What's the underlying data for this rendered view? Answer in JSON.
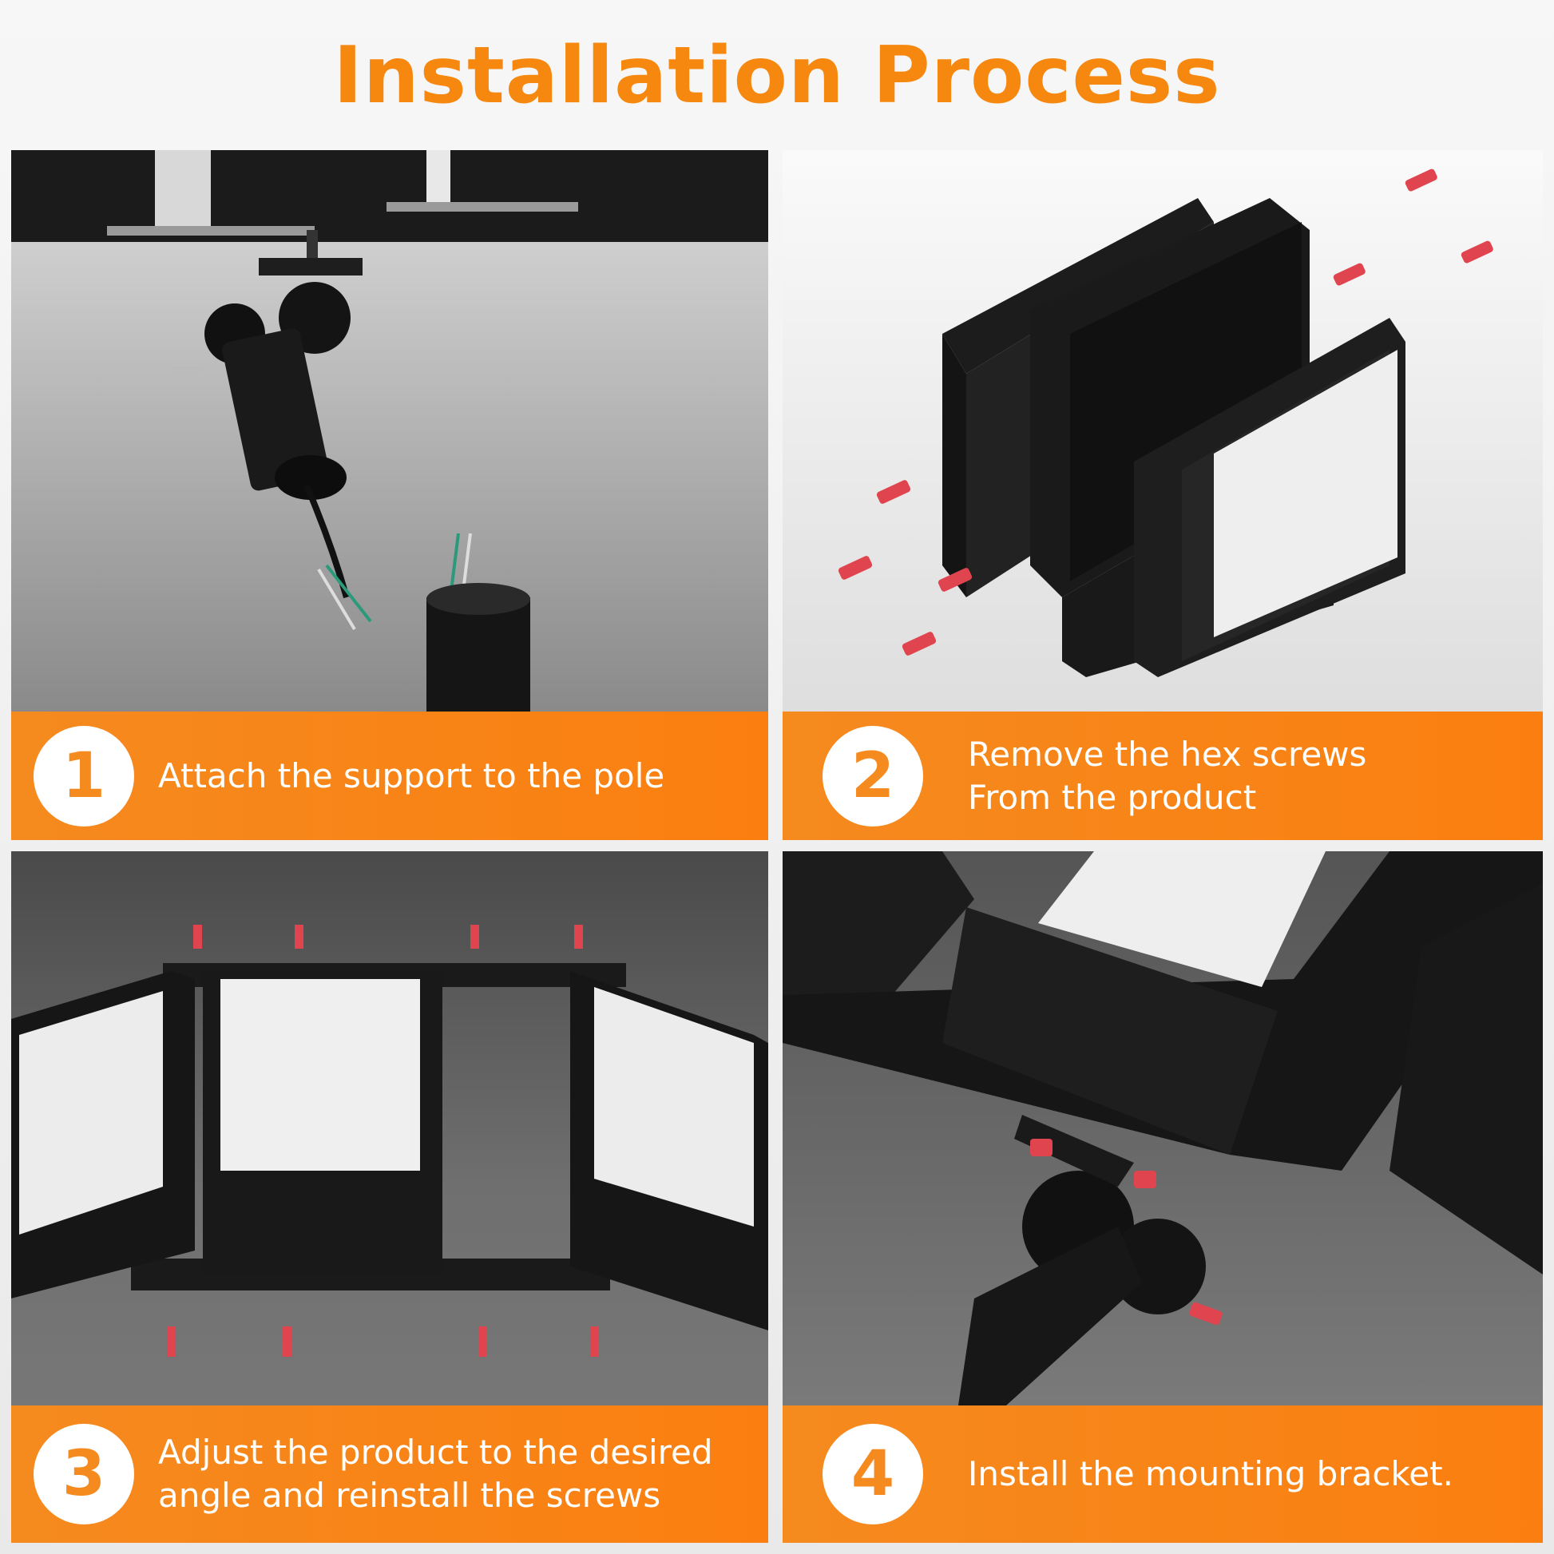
{
  "title": "Installation Process",
  "steps": [
    {
      "number": "1",
      "line1": "Attach the support to the pole",
      "line2": ""
    },
    {
      "number": "2",
      "line1": "Remove the hex screws",
      "line2": "From the product"
    },
    {
      "number": "3",
      "line1": "Adjust the product to the desired",
      "line2": "angle and reinstall the screws"
    },
    {
      "number": "4",
      "line1": "Install the mounting bracket.",
      "line2": ""
    }
  ],
  "colors": {
    "accent": "#f58a1f",
    "text_on_accent": "#ffffff",
    "screw": "#e0454f"
  }
}
